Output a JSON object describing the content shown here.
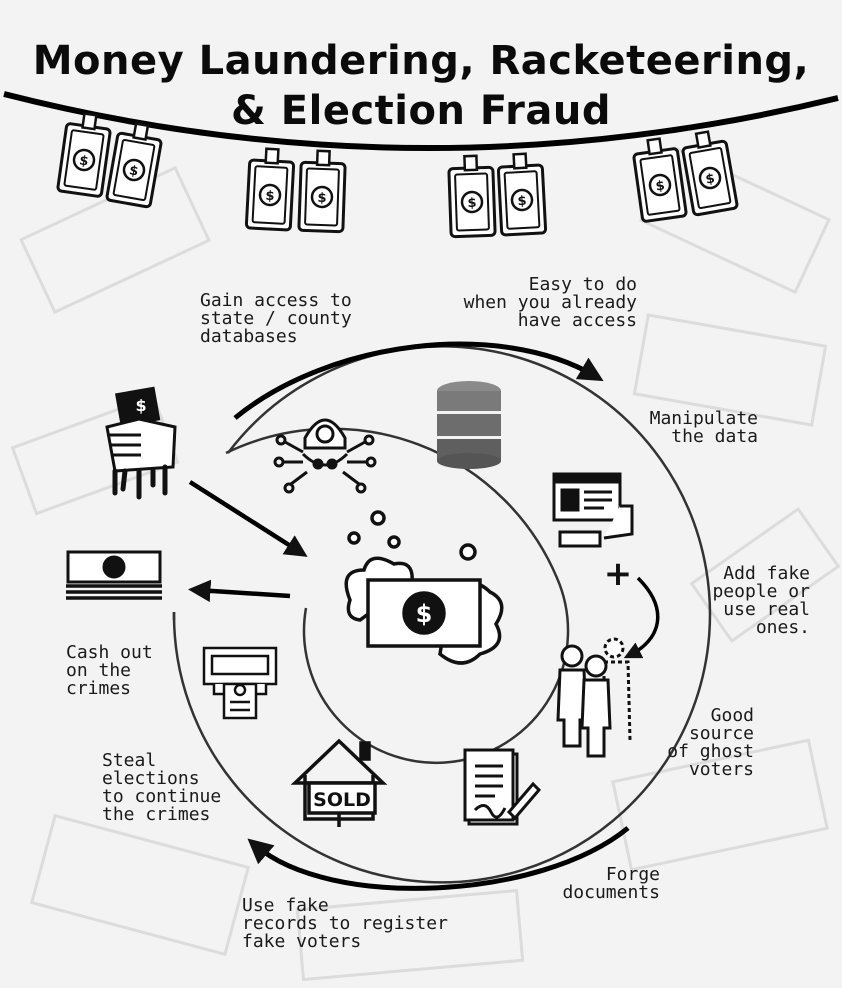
{
  "title": {
    "line1": "Money Laundering, Racketeering,",
    "line2": "& Election Fraud"
  },
  "bill_glyph": "$",
  "bill_clips": 4,
  "icons": [
    "money-hand-icon",
    "hacker-icon",
    "database-icon",
    "computer-icon",
    "plus-icon",
    "ghost-voters-icon",
    "document-sign-icon",
    "sold-house-icon",
    "atm-icon",
    "cash-stack-icon",
    "laundering-bill-icon"
  ],
  "steps": [
    {
      "key": "gain_access",
      "text": "Gain access to\nstate / county\ndatabases"
    },
    {
      "key": "easy",
      "text": "Easy to do\nwhen you already\nhave access"
    },
    {
      "key": "manipulate",
      "text": "Manipulate\nthe data"
    },
    {
      "key": "add_fake",
      "text": "Add fake\npeople or\nuse real\nones."
    },
    {
      "key": "ghost",
      "text": "Good\nsource\nof ghost\nvoters"
    },
    {
      "key": "forge",
      "text": "Forge\ndocuments"
    },
    {
      "key": "register",
      "text": "Use fake\nrecords to register\nfake voters"
    },
    {
      "key": "steal",
      "text": "Steal\nelections\nto continue\nthe crimes"
    },
    {
      "key": "cashout",
      "text": "Cash out\non the\ncrimes"
    }
  ],
  "sold_sign": "SOLD",
  "plus_sign": "+"
}
